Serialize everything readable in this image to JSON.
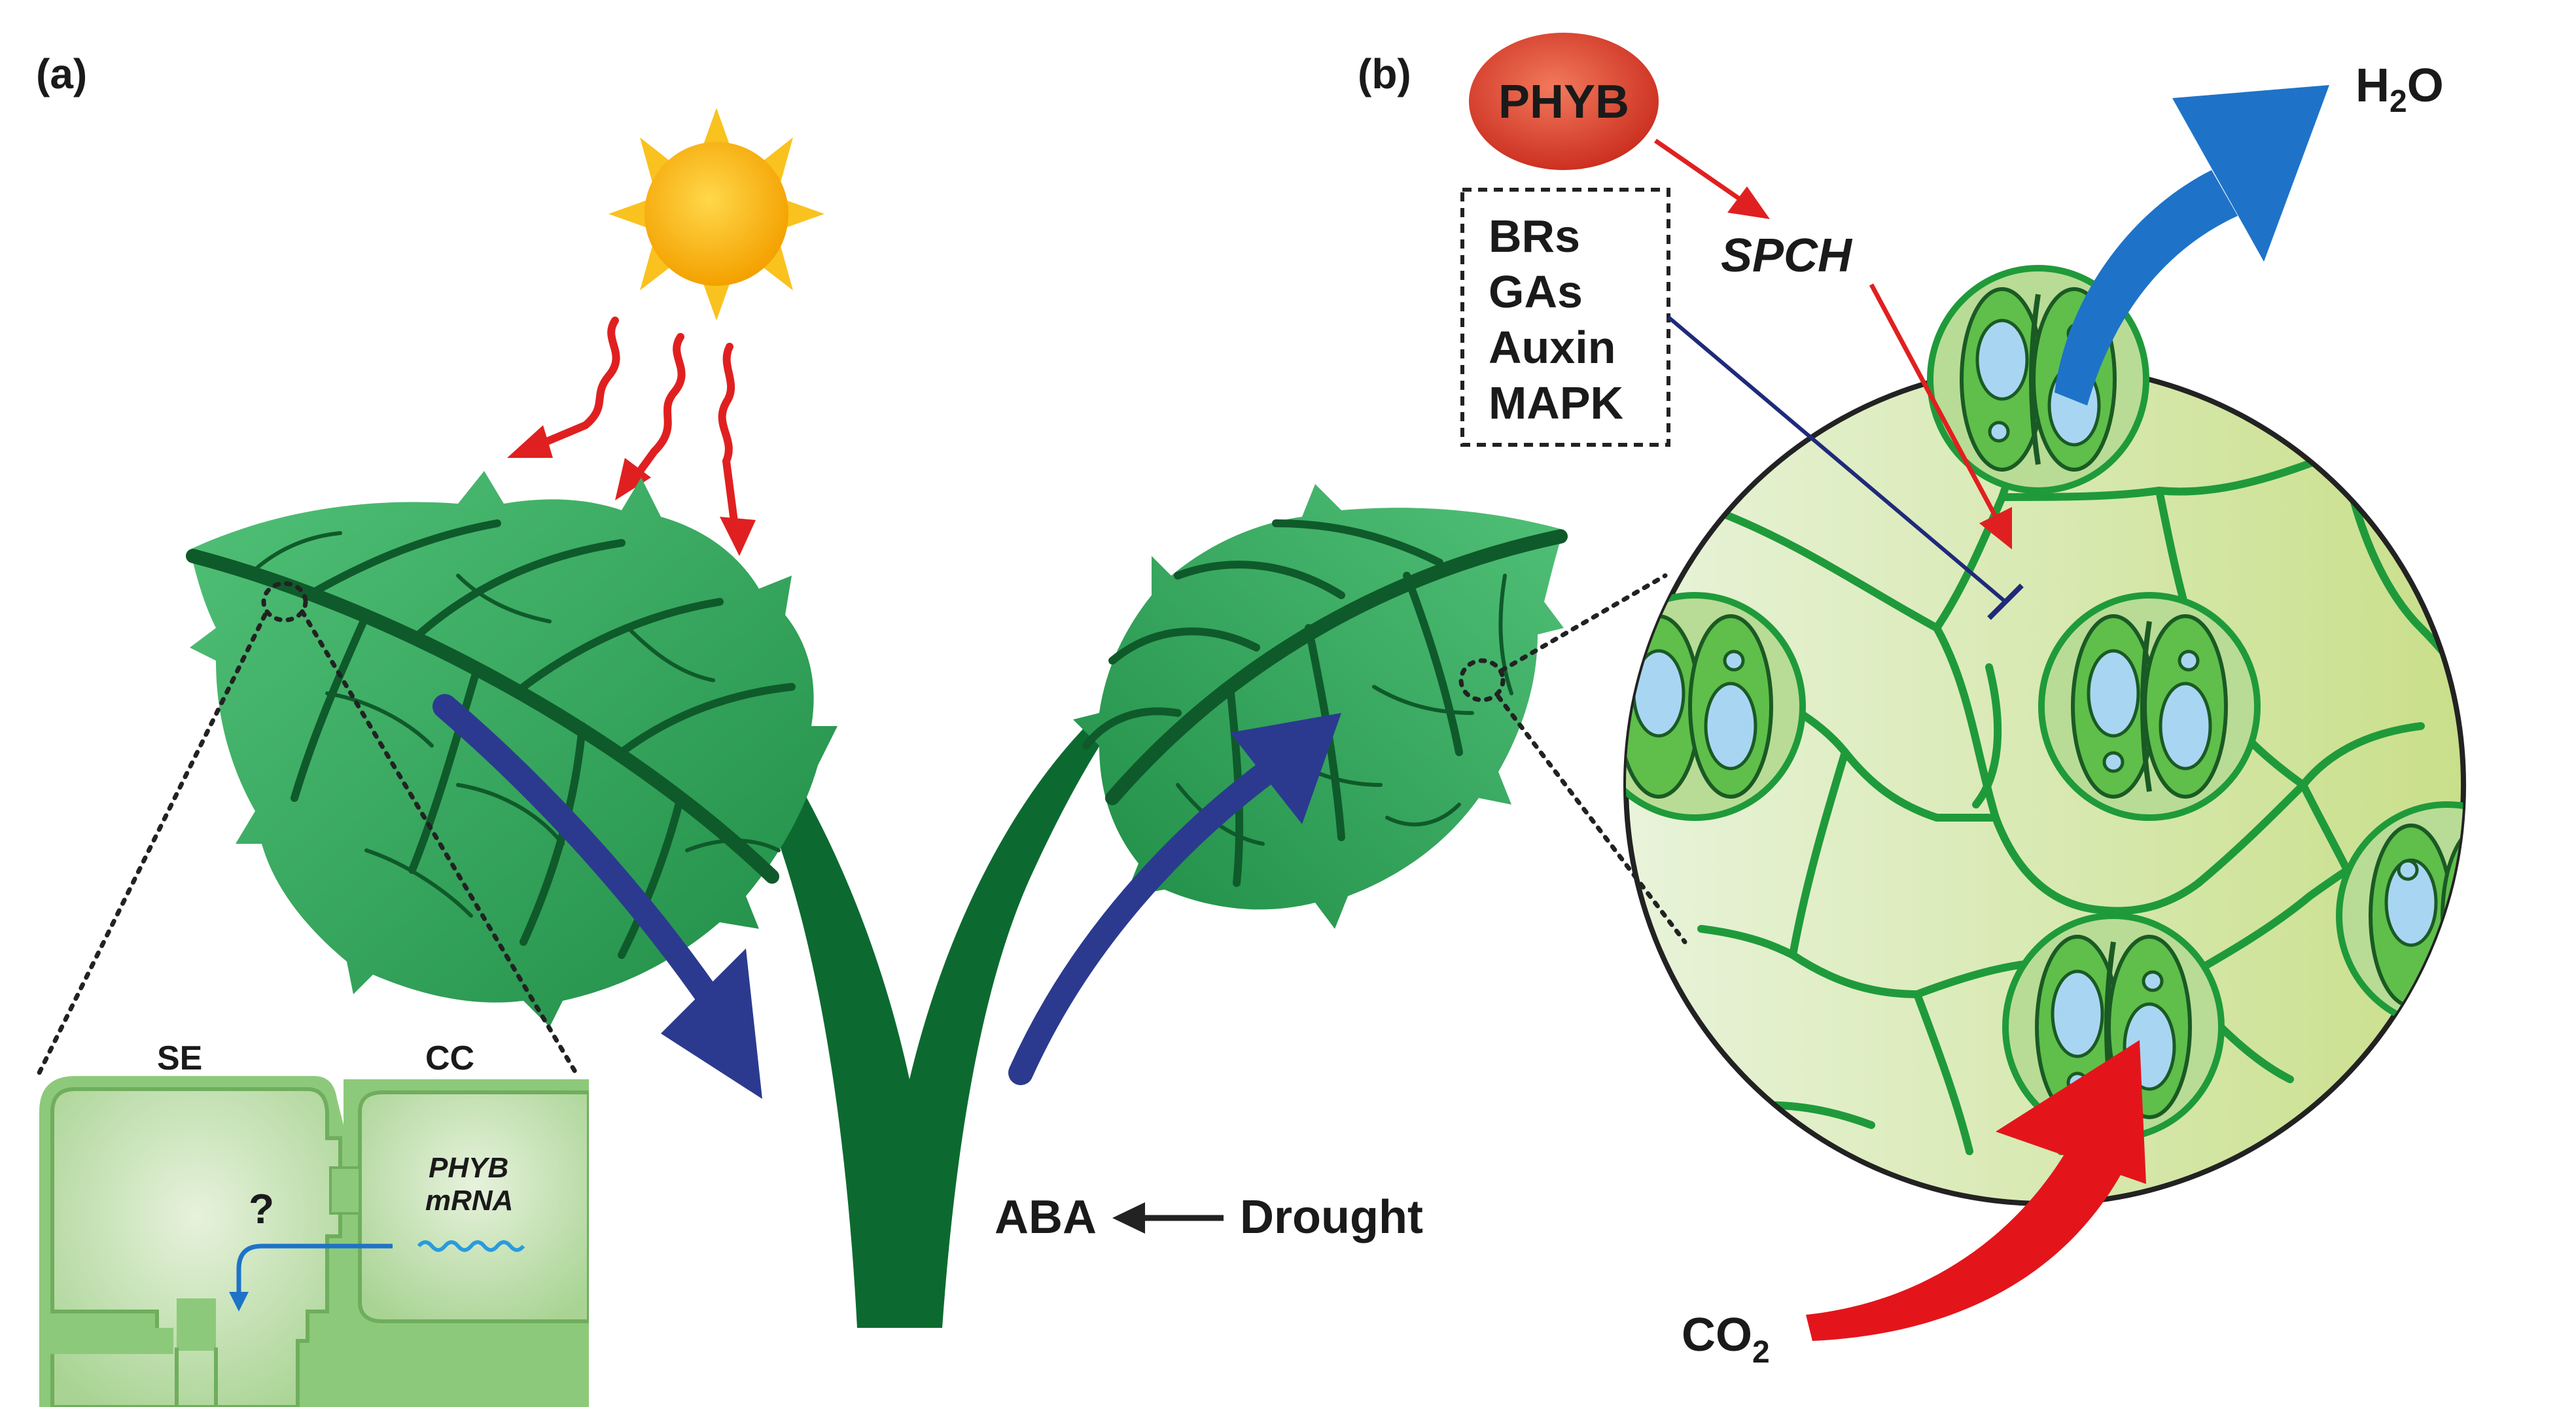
{
  "panel_a": {
    "label": "(a)",
    "se_label": "SE",
    "cc_label": "CC",
    "question_mark": "?",
    "phyb_label": "PHYB",
    "mrna_label": "mRNA",
    "aba_label": "ABA",
    "drought_label": "Drought"
  },
  "panel_b": {
    "label": "(b)",
    "phyb_label": "PHYB",
    "spch_label": "SPCH",
    "regulators": [
      "BRs",
      "GAs",
      "Auxin",
      "MAPK"
    ],
    "h2o_main": "H",
    "h2o_sub": "2",
    "h2o_end": "O",
    "co2_main": "CO",
    "co2_sub": "2"
  },
  "colors": {
    "leaf_light": "#3fb866",
    "leaf_dark": "#1f8a44",
    "vein": "#0f5a2a",
    "stem": "#0c6a30",
    "transport_arrow": "#2b3a8f",
    "light_ray": "#e02020",
    "sun": "#f7b500",
    "sun_rays": "#f9c21e",
    "phyb_node": "#e0432e",
    "h2o_arrow": "#1e73c8",
    "co2_arrow": "#e3151b",
    "inhibition_line": "#1f2a7a",
    "cell_wall": "#1f9a3a",
    "cell_fill": "#d7ebb5",
    "guard_cell": "#5fbf4a",
    "chloroplast": "#a8d6f2"
  }
}
